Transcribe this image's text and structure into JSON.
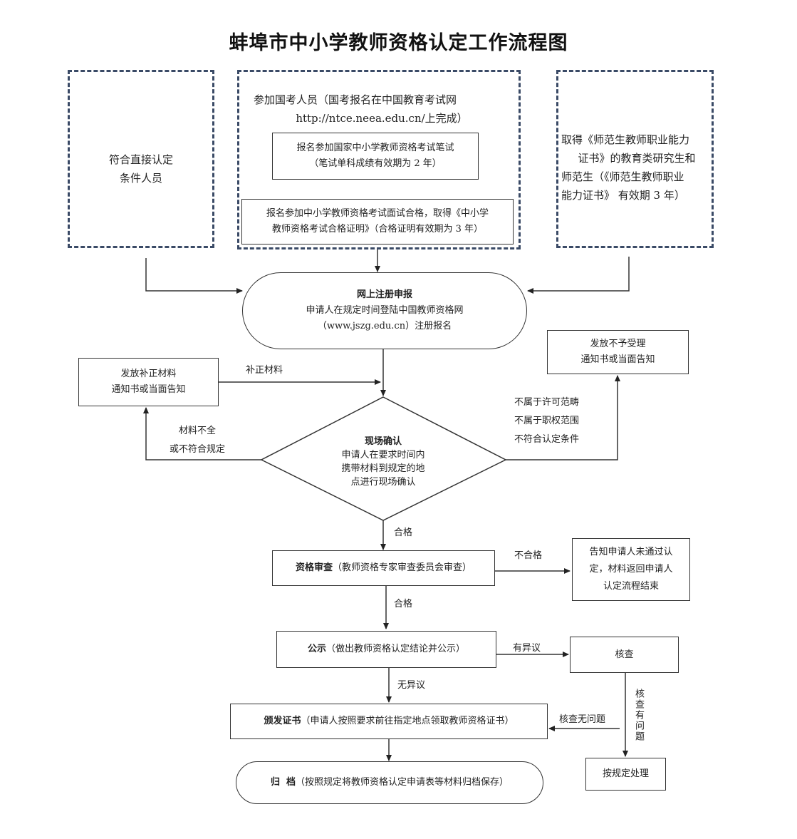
{
  "title": "蚌埠市中小学教师资格认定工作流程图",
  "left_box": {
    "line1": "符合直接认定",
    "line2": "条件人员"
  },
  "middle_box": {
    "line1": "参加国考人员（国考报名在中国教育考试网",
    "line2": "http://ntce.neea.edu.cn/上完成）",
    "written": {
      "line1": "报名参加国家中小学教师资格考试笔试",
      "line2": "（笔试单科成绩有效期为 2 年）"
    },
    "interview": {
      "line1": "报名参加中小学教师资格考试面试合格，取得《中小学",
      "line2": "教师资格考试合格证明》（合格证明有效期为 3 年）"
    }
  },
  "right_box": {
    "line1": "取得《师范生教师职业能力",
    "line2": "证书》的教育类研究生和",
    "line3": "师范生（《师范生教师职业",
    "line4": "能力证书》 有效期 3 年）"
  },
  "online_register": {
    "title": "网上注册申报",
    "line1": "申请人在规定时间登陆中国教师资格网",
    "line2": "（www.jszg.edu.cn）注册报名"
  },
  "supplement_notice": {
    "line1": "发放补正材料",
    "line2": "通知书或当面告知"
  },
  "label_supplement": "补正材料",
  "reject_notice": {
    "line1": "发放不予受理",
    "line2": "通知书或当面告知"
  },
  "reject_reasons": {
    "line1": "不属于许可范畴",
    "line2": "不属于职权范围",
    "line3": "不符合认定条件"
  },
  "incomplete": {
    "line1": "材料不全",
    "line2": "或不符合规定"
  },
  "onsite": {
    "title": "现场确认",
    "line1": "申请人在要求时间内",
    "line2": "携带材料到规定的地",
    "line3": "点进行现场确认"
  },
  "label_pass1": "合格",
  "review": {
    "title": "资格审查",
    "text": "（教师资格专家审查委员会审查）"
  },
  "label_fail": "不合格",
  "fail_notice": {
    "line1": "告知申请人未通过认",
    "line2": "定，材料返回申请人",
    "line3": "认定流程结束"
  },
  "label_pass2": "合格",
  "publicity": {
    "title": "公示",
    "text": "（做出教师资格认定结论并公示）"
  },
  "label_objection": "有异议",
  "check": "核查",
  "label_no_objection": "无异议",
  "issue": {
    "title": "颁发证书",
    "text": "（申请人按照要求前往指定地点领取教师资格证书）"
  },
  "label_check_ok": "核查无问题",
  "label_check_problem": "核查有问题",
  "handle": "按规定处理",
  "archive": {
    "title": "归  档",
    "text": "（按照规定将教师资格认定申请表等材料归档保存）"
  }
}
